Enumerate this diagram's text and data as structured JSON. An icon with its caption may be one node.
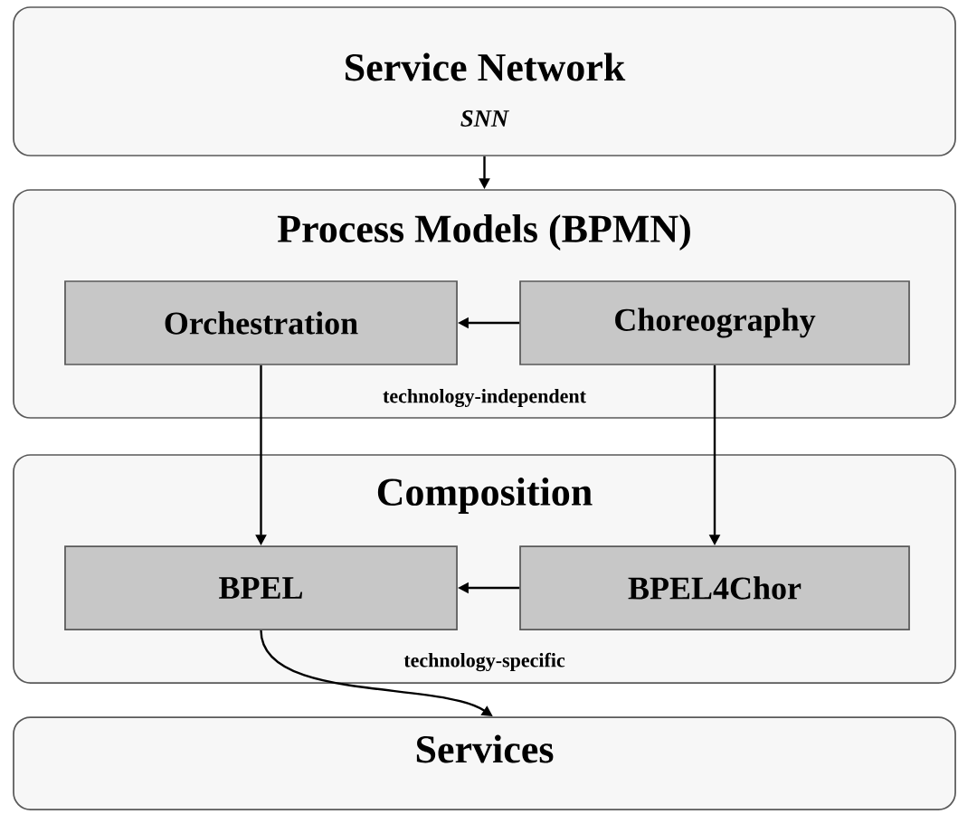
{
  "diagram": {
    "nodes": [
      {
        "text": [
          "Service Network",
          "SNN"
        ]
      },
      {
        "text": [
          "Process Models (BPMN)",
          "technology-independent"
        ]
      },
      {
        "text": [
          "Orchestration"
        ],
        "in": 1
      },
      {
        "text": [
          "Choreography"
        ],
        "in": 1
      },
      {
        "text": [
          "Composition",
          "technology-specific"
        ]
      },
      {
        "text": [
          "BPEL"
        ],
        "in": 4
      },
      {
        "text": [
          "BPEL4Chor"
        ],
        "in": 4
      },
      {
        "text": [
          "Services"
        ]
      }
    ],
    "edges": [
      {
        "from": 0,
        "to": 1,
        "arrow": "to"
      },
      {
        "from": 3,
        "to": 2,
        "arrow": "to"
      },
      {
        "from": 2,
        "to": 5,
        "arrow": "to"
      },
      {
        "from": 3,
        "to": 6,
        "arrow": "to"
      },
      {
        "from": 6,
        "to": 5,
        "arrow": "to"
      },
      {
        "from": 5,
        "to": 7,
        "arrow": "to"
      }
    ]
  }
}
